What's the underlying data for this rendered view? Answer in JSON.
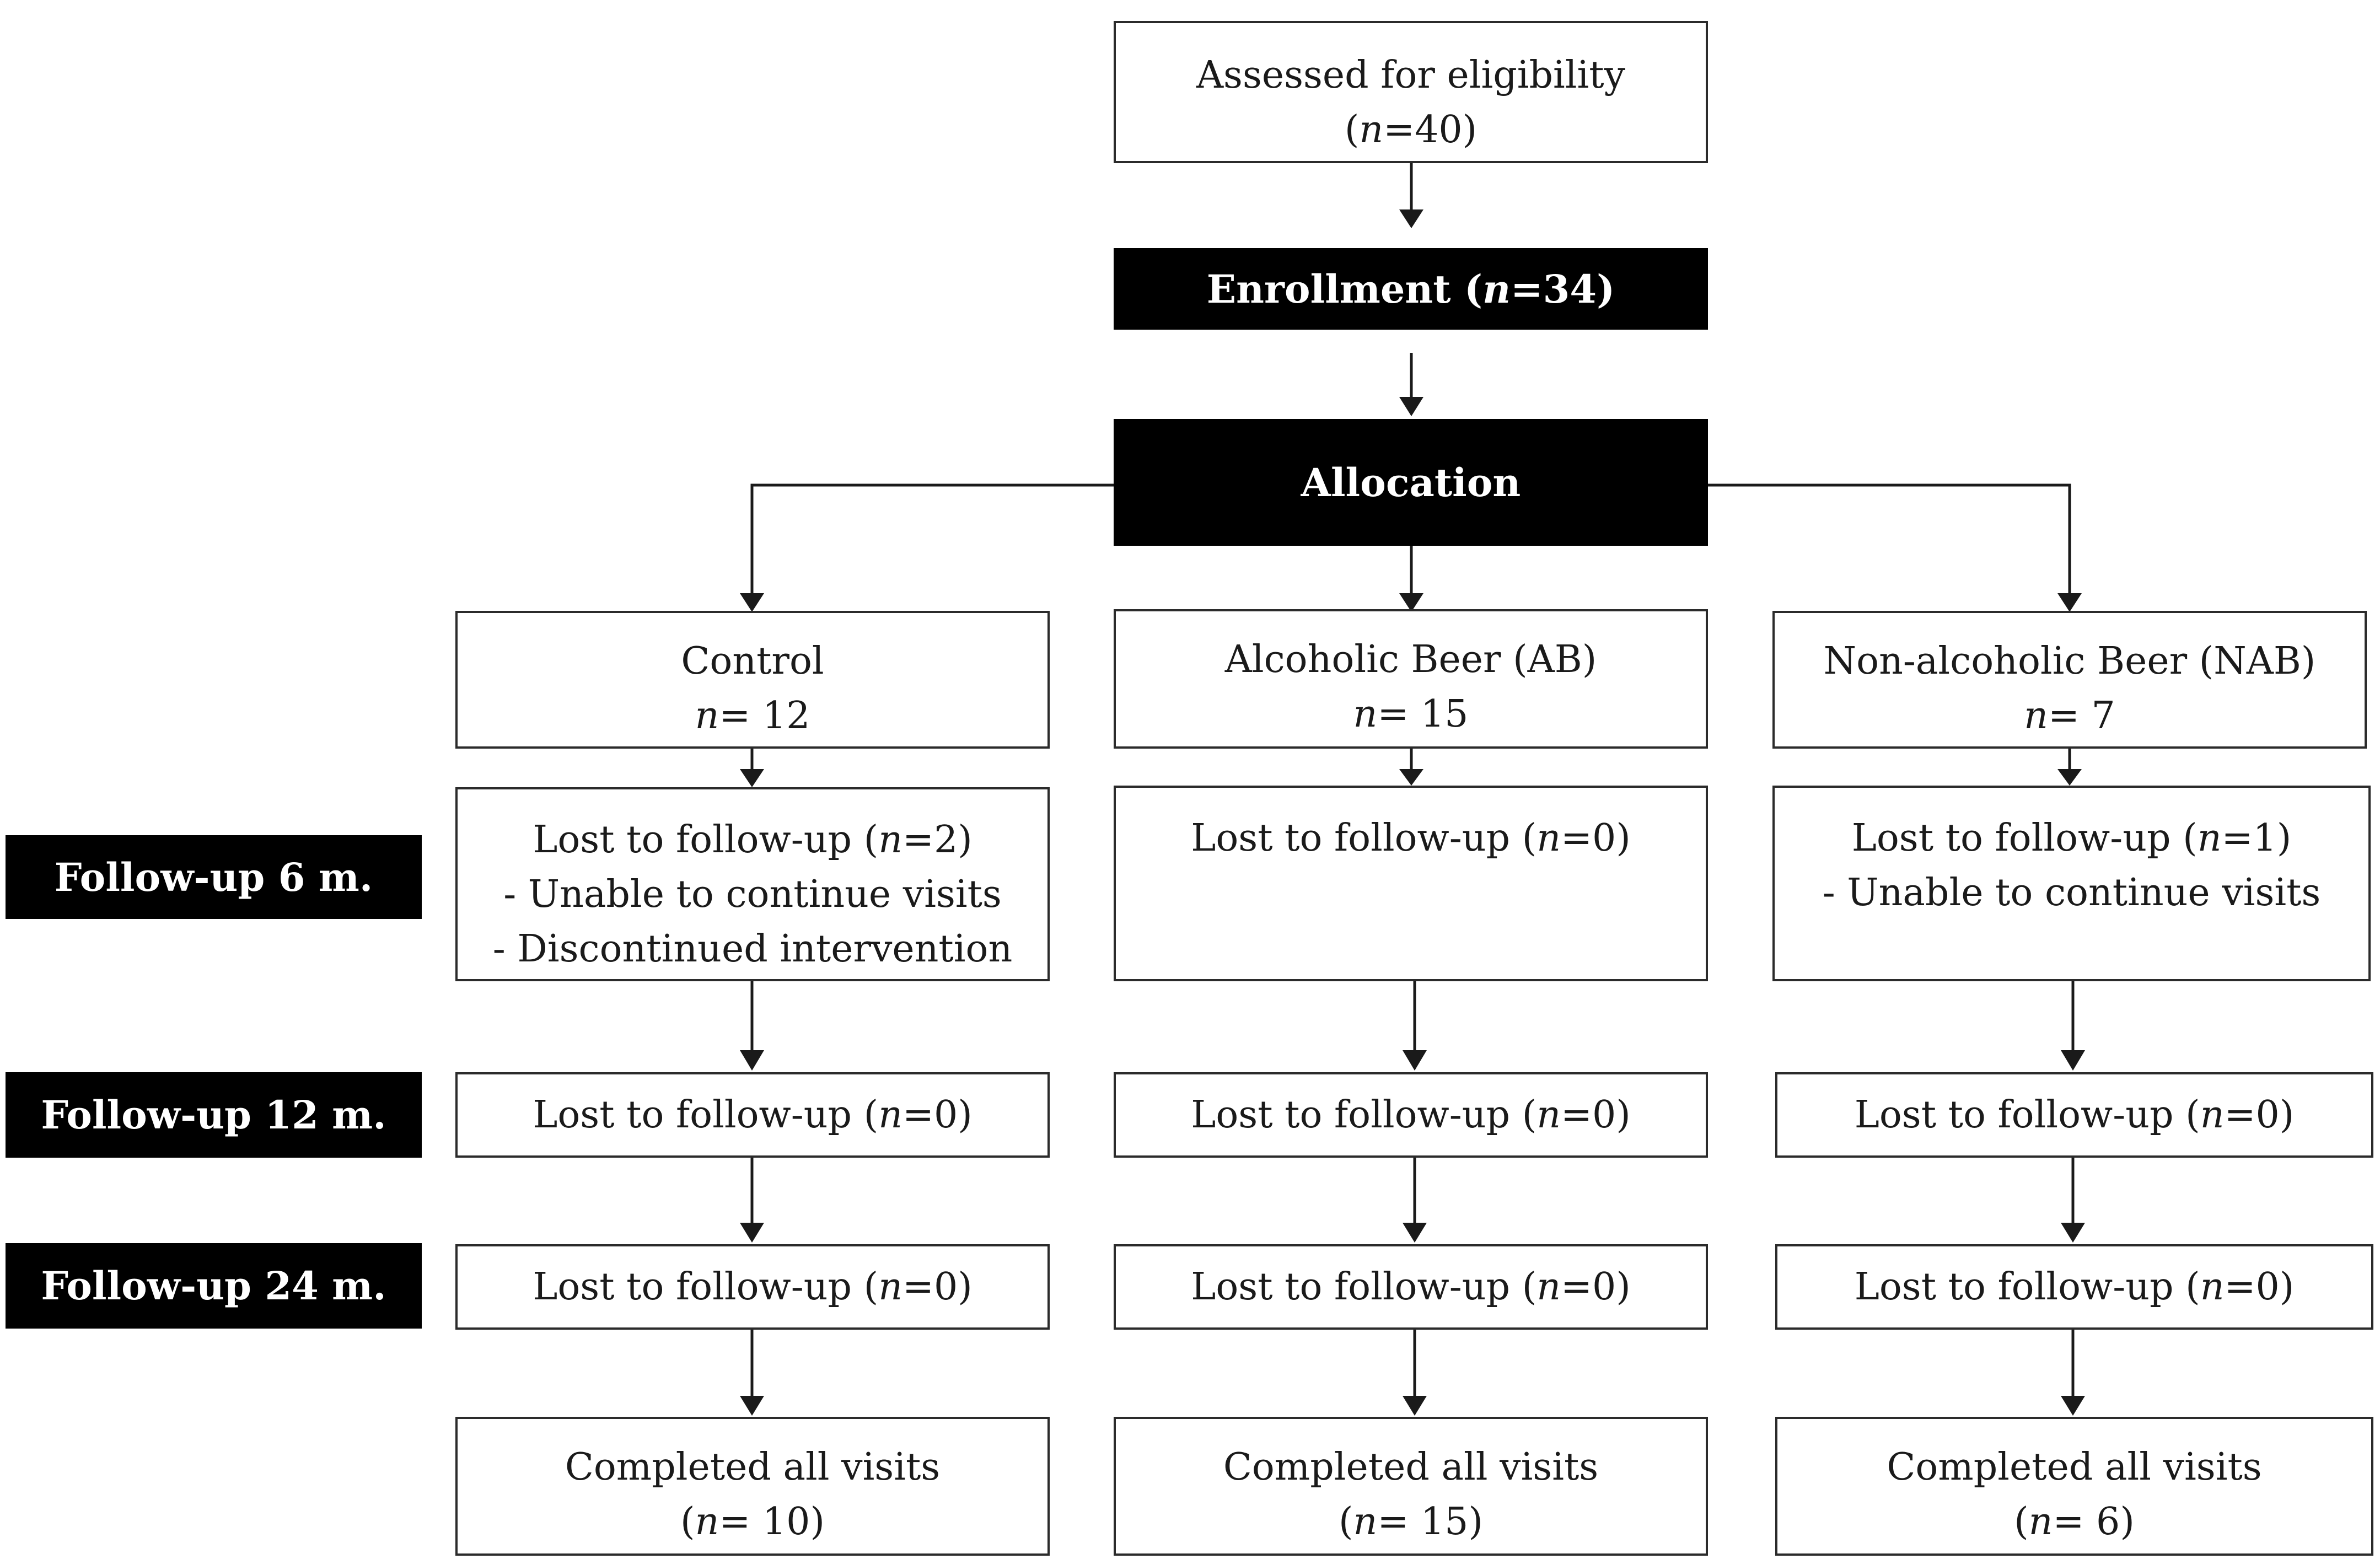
{
  "assessed": {
    "label": "Assessed for eligibility",
    "n_prefix": "(",
    "n_var": "n",
    "n_value": "=40)"
  },
  "enrollment": {
    "label": "Enrollment  (",
    "n_var": "n",
    "n_value": "=34)"
  },
  "allocation": {
    "label": "Allocation"
  },
  "phases": [
    {
      "label": "Follow-up  6 m."
    },
    {
      "label": "Follow-up  12 m."
    },
    {
      "label": "Follow-up  24 m."
    }
  ],
  "groups": [
    {
      "name": "Control",
      "n_var": "n",
      "n_value": "= 12",
      "fu6": {
        "lost_prefix": "Lost to follow-up (",
        "n_var": "n",
        "lost_value": "=2)",
        "reasons": [
          "- Unable to continue visits",
          "- Discontinued intervention"
        ]
      },
      "fu12": {
        "lost_prefix": "Lost to follow-up (",
        "n_var": "n",
        "lost_value": "=0)"
      },
      "fu24": {
        "lost_prefix": "Lost to follow-up (",
        "n_var": "n",
        "lost_value": "=0)"
      },
      "completed": {
        "label": "Completed all visits",
        "n_prefix": "(",
        "n_var": "n",
        "n_value": "= 10)"
      }
    },
    {
      "name": "Alcoholic Beer (AB)",
      "n_var": "n",
      "n_value": "= 15",
      "fu6": {
        "lost_prefix": "Lost to follow-up (",
        "n_var": "n",
        "lost_value": "=0)",
        "reasons": []
      },
      "fu12": {
        "lost_prefix": "Lost to follow-up (",
        "n_var": "n",
        "lost_value": "=0)"
      },
      "fu24": {
        "lost_prefix": "Lost to follow-up (",
        "n_var": "n",
        "lost_value": "=0)"
      },
      "completed": {
        "label": "Completed all visits",
        "n_prefix": "(",
        "n_var": "n",
        "n_value": "= 15)"
      }
    },
    {
      "name": "Non-alcoholic Beer  (NAB)",
      "n_var": "n",
      "n_value": "= 7",
      "fu6": {
        "lost_prefix": "Lost to follow-up (",
        "n_var": "n",
        "lost_value": "=1)",
        "reasons": [
          "- Unable to continue visits"
        ]
      },
      "fu12": {
        "lost_prefix": "Lost to follow-up (",
        "n_var": "n",
        "lost_value": "=0)"
      },
      "fu24": {
        "lost_prefix": "Lost to follow-up (",
        "n_var": "n",
        "lost_value": "=0)"
      },
      "completed": {
        "label": "Completed all visits",
        "n_prefix": "(",
        "n_var": "n",
        "n_value": "= 6)"
      }
    }
  ]
}
